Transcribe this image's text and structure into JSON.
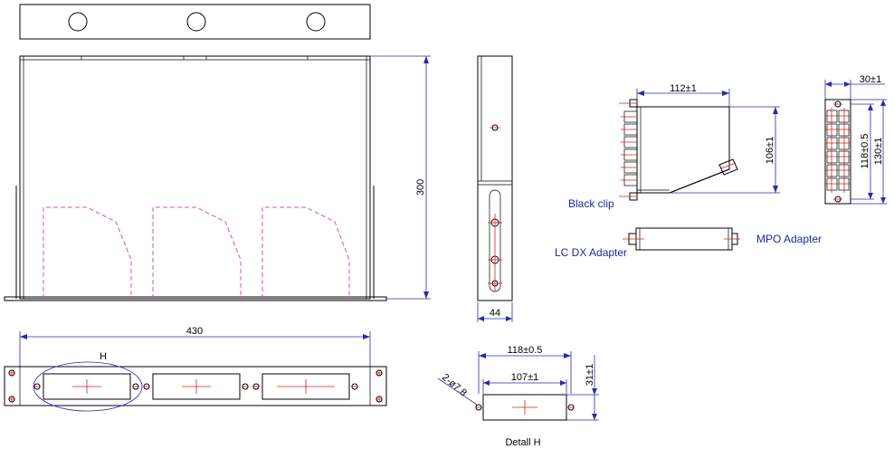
{
  "dimensions": {
    "width_430": "430",
    "height_300": "300",
    "depth_44": "44",
    "module_width": "112±1",
    "module_height": "106±1",
    "module_depth": "30±1",
    "module_pitch_inner": "118±0.5",
    "module_pitch_outer": "130±1",
    "detail_width_outer": "118±0.5",
    "detail_width_inner": "107±1",
    "detail_height": "31±1",
    "hole_spec": "2-ø7.8"
  },
  "labels": {
    "detail_marker": "H",
    "detail_title": "Detall H",
    "black_clip": "Black clip",
    "lc_dx_adapter": "LC DX Adapter",
    "mpo_adapter": "MPO Adapter"
  },
  "colors": {
    "line": "#000000",
    "dimension": "#2a2aa8",
    "hidden": "#d84fc8",
    "center": "#d42020",
    "label": "#1c2a9a"
  }
}
